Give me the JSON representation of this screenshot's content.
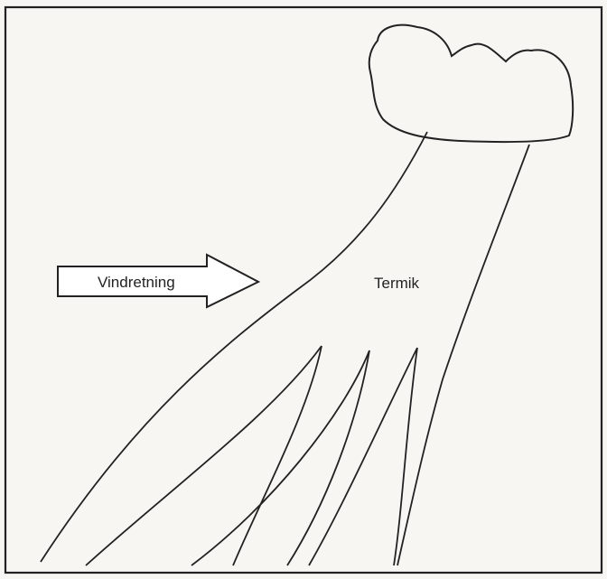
{
  "diagram": {
    "labels": {
      "wind_direction": "Vindretning",
      "thermal": "Termik"
    },
    "colors": {
      "background": "#f7f6f2",
      "ink": "#222222"
    },
    "elements": [
      "frame",
      "cloud",
      "thermal-column",
      "wind-direction-arrow"
    ]
  }
}
